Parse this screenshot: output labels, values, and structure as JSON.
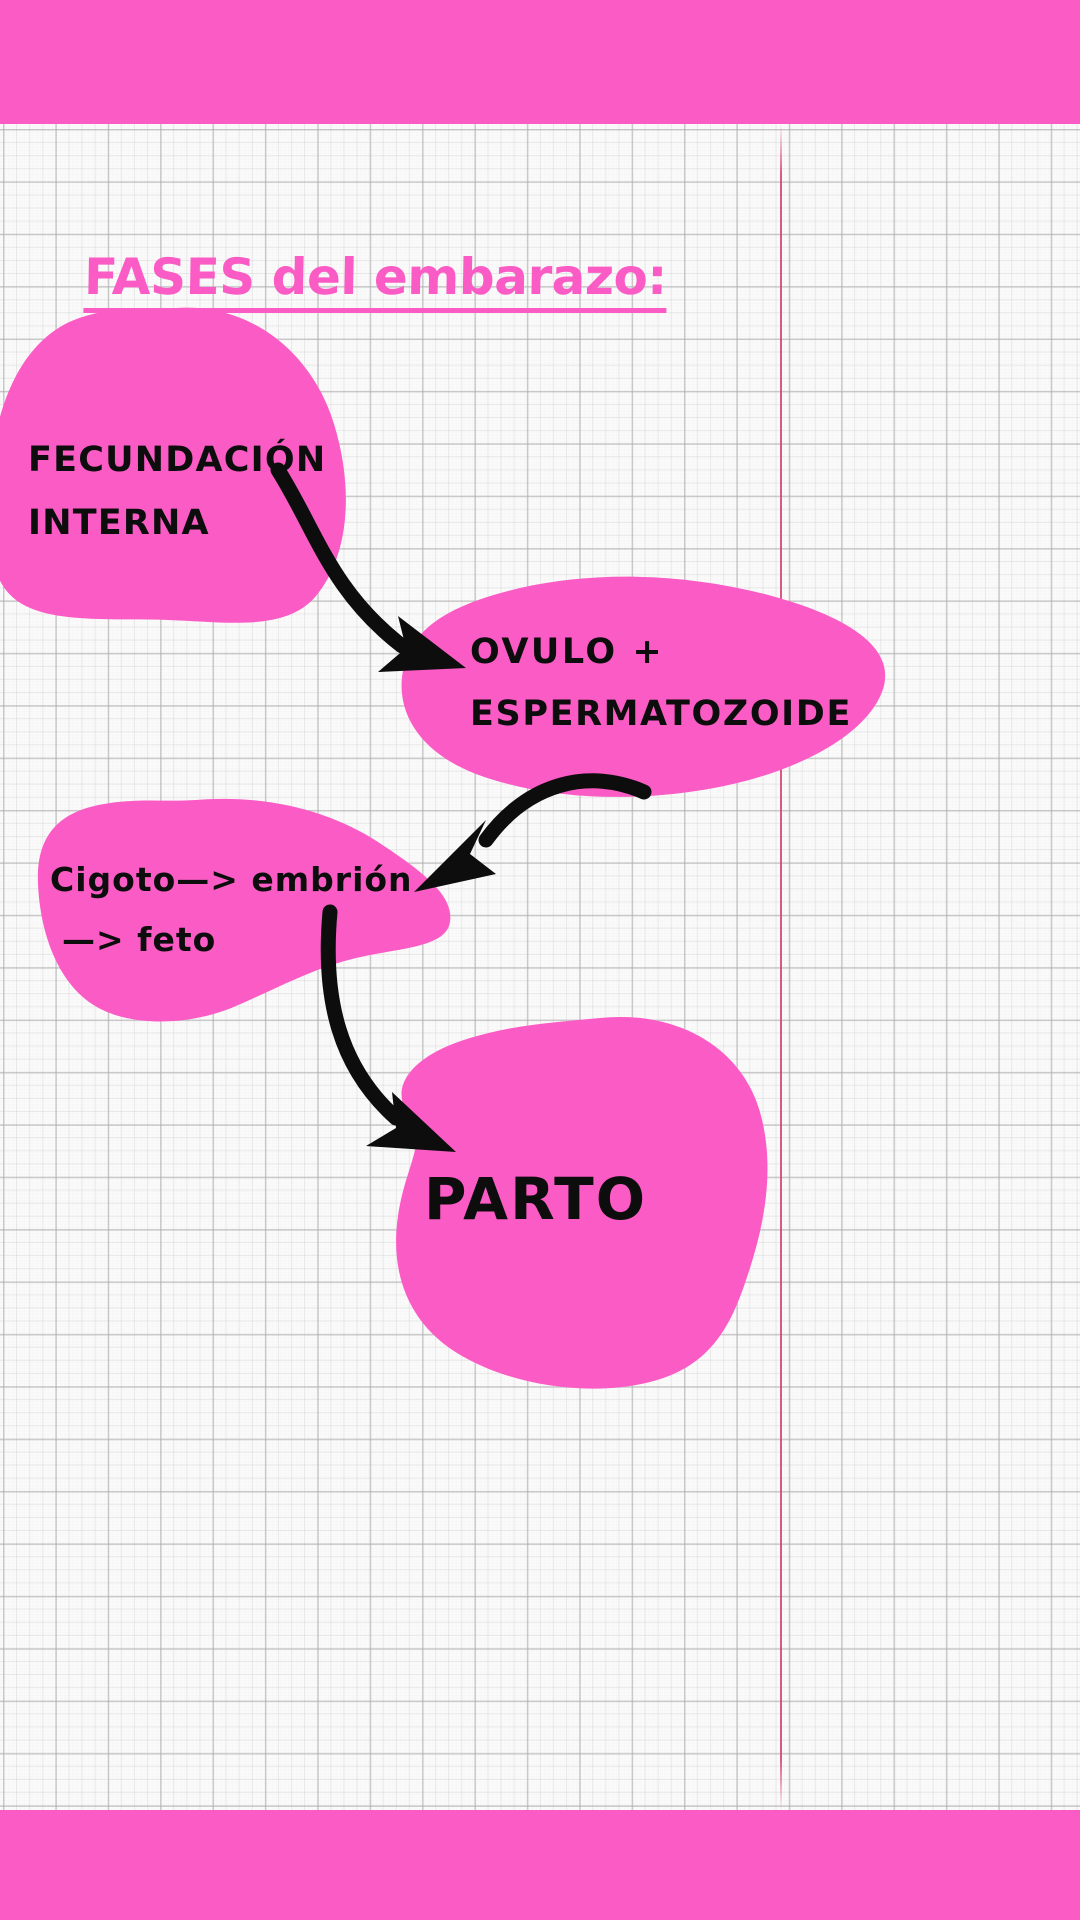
{
  "page": {
    "background_color": "#f3f3f3",
    "accent_color": "#fb5bc5",
    "ink_color": "#0d0d0d",
    "margin_rule_color": "#d63c6e"
  },
  "header": {
    "band_color": "#fb5bc5"
  },
  "footer": {
    "band_color": "#fb5bc5"
  },
  "title": {
    "text": "FASES del embarazo:",
    "color": "#fb5bc5",
    "underlined": "true"
  },
  "nodes": [
    {
      "id": "fecundacion",
      "lines": [
        "FECUNDACIÓN",
        "INTERNA"
      ],
      "fill": "#fb5bc5"
    },
    {
      "id": "gametos",
      "lines": [
        "OVULO +",
        "ESPERMATOZOIDE"
      ],
      "fill": "#fb5bc5"
    },
    {
      "id": "desarrollo",
      "lines": [
        "Cigoto—> embrión",
        "—> feto"
      ],
      "fill": "#fb5bc5"
    },
    {
      "id": "parto",
      "lines": [
        "PARTO"
      ],
      "fill": "#fb5bc5"
    }
  ],
  "arrows": [
    {
      "id": "arrow-1",
      "from": "fecundacion",
      "to": "gametos",
      "color": "#0d0d0d"
    },
    {
      "id": "arrow-2",
      "from": "gametos",
      "to": "desarrollo",
      "color": "#0d0d0d"
    },
    {
      "id": "arrow-3",
      "from": "desarrollo",
      "to": "parto",
      "color": "#0d0d0d"
    }
  ]
}
